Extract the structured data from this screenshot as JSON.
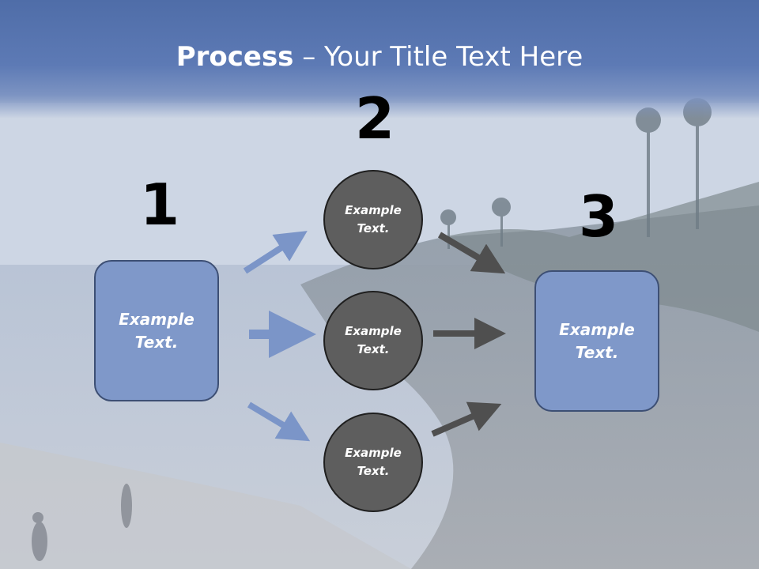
{
  "slide": {
    "title_bold": "Process",
    "title_rest": " – Your Title Text Here"
  },
  "steps": {
    "num1": "1",
    "num2": "2",
    "num3": "3",
    "left_box": "Example\nText.",
    "right_box": "Example\nText.",
    "circle_top": "Example\nText.",
    "circle_mid": "Example\nText.",
    "circle_bottom": "Example\nText."
  },
  "colors": {
    "header": "#5d7ab5",
    "box_fill": "#7f98c9",
    "circle_fill": "#5e5e5e",
    "arrow_blue": "#7b95c8",
    "arrow_gray": "#4f4f4f"
  }
}
